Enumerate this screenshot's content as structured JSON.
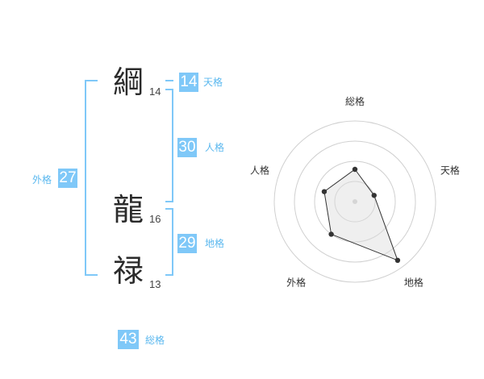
{
  "characters": [
    {
      "char": "綱",
      "strokes": "14"
    },
    {
      "char": "龍",
      "strokes": "16"
    },
    {
      "char": "禄",
      "strokes": "13"
    }
  ],
  "kakusu": {
    "tenkaku": {
      "label": "天格",
      "value": "14"
    },
    "jinkaku": {
      "label": "人格",
      "value": "30"
    },
    "chikaku": {
      "label": "地格",
      "value": "29"
    },
    "gaikaku": {
      "label": "外格",
      "value": "27"
    },
    "soukaku": {
      "label": "総格",
      "value": "43"
    }
  },
  "accent_color": "#7fc8f8",
  "chart_data": {
    "type": "radar",
    "axes": [
      "総格",
      "天格",
      "地格",
      "外格",
      "人格"
    ],
    "values": [
      0.4,
      0.25,
      0.9,
      0.5,
      0.4
    ],
    "range": [
      0,
      1
    ],
    "rings": 4
  }
}
